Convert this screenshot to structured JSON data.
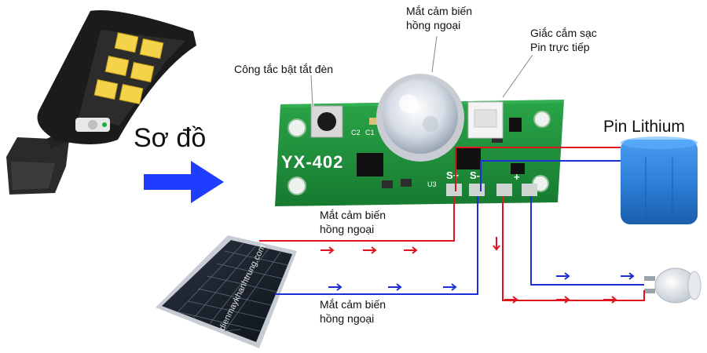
{
  "title": "Sơ đồ",
  "board": {
    "model": "YX-402",
    "silk_c1": "C1",
    "silk_c2": "C2",
    "silk_u3": "U3",
    "silk_s_plus": "S+",
    "silk_s_minus": "S-",
    "silk_b_plus": "+",
    "silk_b_minus": "-"
  },
  "labels": {
    "pir_sensor": [
      "Mắt cảm biến",
      "hồng ngoại"
    ],
    "charging_socket": [
      "Giắc cắm sạc",
      "Pin trực tiếp"
    ],
    "switch": "Công tắc bật tắt đèn",
    "battery": "Pin Lithium",
    "wire_red_top": [
      "Mắt cảm biến",
      "hồng ngoại"
    ],
    "wire_blue_bottom": [
      "Mắt cảm biến",
      "hồng ngoại"
    ]
  },
  "watermark": "dienmaykhanhtrung.com",
  "colors": {
    "wire_red": "#e0141e",
    "wire_blue": "#1c2fd6",
    "board_green": "#1f8f3a",
    "battery_blue": "#2d7fd8",
    "arrow_blue": "#1f3dff"
  },
  "icons": [
    "street-light-icon",
    "pir-dome-icon",
    "push-switch-icon",
    "battery-pack-icon",
    "solar-panel-icon",
    "led-bulb-icon",
    "direction-arrow-icon"
  ]
}
